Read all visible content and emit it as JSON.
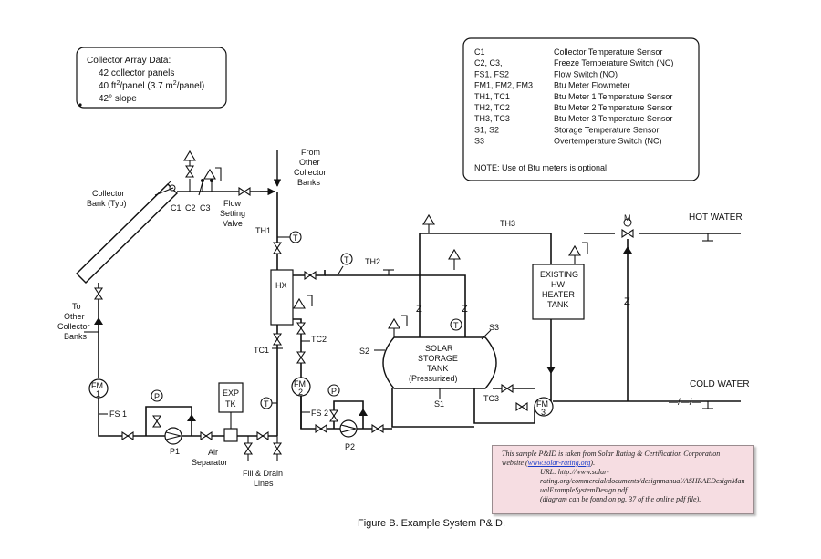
{
  "collector_array": {
    "title": "Collector Array Data:",
    "line1": "42 collector panels",
    "line2_pre": "40 ft",
    "line2_mid": "/panel (3.7 m",
    "line2_post": "/panel)",
    "sup": "2",
    "line3": "42° slope"
  },
  "legend": {
    "rows": [
      {
        "code": "C1",
        "desc": "Collector Temperature Sensor"
      },
      {
        "code": "C2, C3,",
        "desc": "Freeze Temperature Switch (NC)"
      },
      {
        "code": "FS1, FS2",
        "desc": "Flow Switch (NO)"
      },
      {
        "code": "FM1, FM2, FM3",
        "desc": "Btu Meter Flowmeter"
      },
      {
        "code": "TH1, TC1",
        "desc": "Btu Meter 1 Temperature Sensor"
      },
      {
        "code": "TH2, TC2",
        "desc": "Btu Meter 2 Temperature Sensor"
      },
      {
        "code": "TH3, TC3",
        "desc": "Btu Meter 3 Temperature Sensor"
      },
      {
        "code": "S1, S2",
        "desc": "Storage Temperature Sensor"
      },
      {
        "code": "S3",
        "desc": "Overtemperature Switch (NC)"
      }
    ],
    "note": "NOTE:  Use of Btu meters is optional"
  },
  "labels": {
    "from_other_1": "From",
    "from_other_2": "Other",
    "from_other_3": "Collector",
    "from_other_4": "Banks",
    "collector_bank_1": "Collector",
    "collector_bank_2": "Bank (Typ)",
    "c1": "C1",
    "c2": "C2",
    "c3": "C3",
    "flow_setting_1": "Flow",
    "flow_setting_2": "Setting",
    "flow_setting_3": "Valve",
    "to_other_1": "To",
    "to_other_2": "Other",
    "to_other_3": "Collector",
    "to_other_4": "Banks",
    "th1": "TH1",
    "th2": "TH2",
    "th3": "TH3",
    "tc1": "TC1",
    "tc2": "TC2",
    "tc3": "TC3",
    "hx": "HX",
    "t": "T",
    "p": "P",
    "m": "M",
    "hot_water": "HOT WATER",
    "cold_water": "COLD WATER",
    "existing_1": "EXISTING",
    "existing_2": "HW",
    "existing_3": "HEATER",
    "existing_4": "TANK",
    "solar_1": "SOLAR",
    "solar_2": "STORAGE",
    "solar_3": "TANK",
    "solar_4": "(Pressurized)",
    "s1": "S1",
    "s2": "S2",
    "s3": "S3",
    "fm": "FM",
    "one": "1",
    "two": "2",
    "three": "3",
    "fs1": "FS 1",
    "fs2": "FS 2",
    "p1": "P1",
    "p2": "P2",
    "exp_1": "EXP",
    "exp_2": "TK",
    "air_1": "Air",
    "air_2": "Separator",
    "fill_1": "Fill & Drain",
    "fill_2": "Lines"
  },
  "note": {
    "line1": "This sample P&ID is taken from Solar Rating & Certification Corporation",
    "line2_pre": "website (",
    "line2_link": "www.solar-rating.org",
    "line2_post": ").",
    "line3": "URL: http://www.solar-",
    "line4": "rating.org/commercial/documents/designmanual/ASHRAEDesignMan",
    "line5": "ualExampleSystemDesign.pdf",
    "line6": "(diagram can be found on pg. 37 of the online pdf file)."
  },
  "caption": "Figure B.  Example System P&ID.",
  "colors": {
    "note_bg": "#f6dde2",
    "note_border": "#9a8c8f",
    "link": "#1a3cc9"
  }
}
